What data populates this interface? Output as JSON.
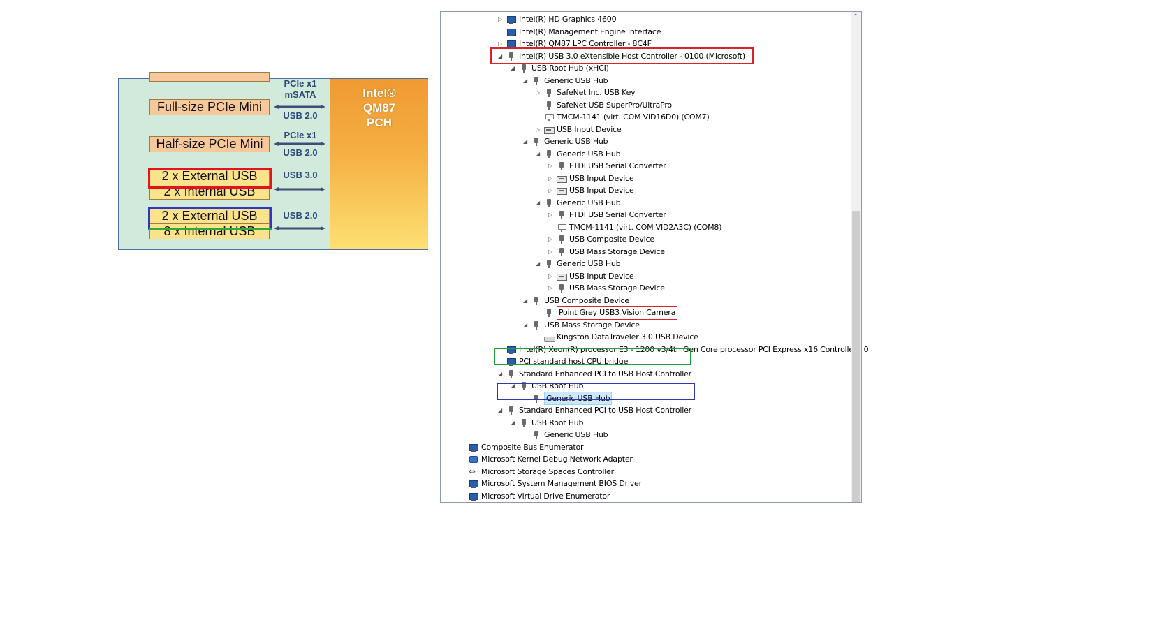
{
  "diagram": {
    "pch_lines": [
      "Intel®",
      "QM87",
      "PCH"
    ],
    "boxes": {
      "full_size": "Full-size PCIe Mini",
      "half_size": "Half-size PCIe Mini",
      "ext_usb3": "2 x External USB",
      "int_usb3": "2 x Internal USB",
      "ext_usb2": "2 x External USB",
      "int_usb2": "8 x Internal USB"
    },
    "labels": {
      "pcie1_top": "PCIe x1",
      "msata": "mSATA",
      "usb20_a": "USB 2.0",
      "pcie2_top": "PCIe x1",
      "usb20_b": "USB 2.0",
      "usb30": "USB 3.0",
      "usb20_c": "USB 2.0"
    },
    "colors": {
      "red_highlight": "#e3131f",
      "blue_highlight": "#2f35c8",
      "green_highlight": "#2faa3a"
    }
  },
  "tree": [
    {
      "label": "Intel(R) HD Graphics 4600",
      "level": 3,
      "expander": "▷",
      "icon": "monitor-icon"
    },
    {
      "label": "Intel(R) Management Engine Interface",
      "level": 3,
      "expander": "",
      "icon": "monitor-icon"
    },
    {
      "label": "Intel(R) QM87 LPC Controller - 8C4F",
      "level": 3,
      "expander": "▷",
      "icon": "monitor-icon"
    },
    {
      "label": "Intel(R) USB 3.0 eXtensible Host Controller - 0100 (Microsoft)",
      "level": 3,
      "expander": "◢",
      "icon": "usb-icon"
    },
    {
      "label": "USB Root Hub (xHCI)",
      "level": 4,
      "expander": "◢",
      "icon": "usb-icon"
    },
    {
      "label": "Generic USB Hub",
      "level": 5,
      "expander": "◢",
      "icon": "usb-icon"
    },
    {
      "label": "SafeNet Inc. USB Key",
      "level": 6,
      "expander": "▷",
      "icon": "usb-icon"
    },
    {
      "label": "SafeNet USB SuperPro/UltraPro",
      "level": 6,
      "expander": "",
      "icon": "usb-icon"
    },
    {
      "label": "TMCM-1141 (virt. COM VID16D0) (COM7)",
      "level": 6,
      "expander": "",
      "icon": "serial-icon"
    },
    {
      "label": "USB Input Device",
      "level": 6,
      "expander": "▷",
      "icon": "hid-icon"
    },
    {
      "label": "Generic USB Hub",
      "level": 5,
      "expander": "◢",
      "icon": "usb-icon"
    },
    {
      "label": "Generic USB Hub",
      "level": 6,
      "expander": "◢",
      "icon": "usb-icon"
    },
    {
      "label": "FTDI USB Serial Converter",
      "level": 7,
      "expander": "▷",
      "icon": "usb-icon"
    },
    {
      "label": "USB Input Device",
      "level": 7,
      "expander": "▷",
      "icon": "hid-icon"
    },
    {
      "label": "USB Input Device",
      "level": 7,
      "expander": "▷",
      "icon": "hid-icon"
    },
    {
      "label": "Generic USB Hub",
      "level": 6,
      "expander": "◢",
      "icon": "usb-icon"
    },
    {
      "label": "FTDI USB Serial Converter",
      "level": 7,
      "expander": "▷",
      "icon": "usb-icon"
    },
    {
      "label": "TMCM-1141 (virt. COM VID2A3C) (COM8)",
      "level": 7,
      "expander": "",
      "icon": "serial-icon"
    },
    {
      "label": "USB Composite Device",
      "level": 7,
      "expander": "▷",
      "icon": "usb-icon"
    },
    {
      "label": "USB Mass Storage Device",
      "level": 7,
      "expander": "▷",
      "icon": "usb-icon"
    },
    {
      "label": "Generic USB Hub",
      "level": 6,
      "expander": "◢",
      "icon": "usb-icon"
    },
    {
      "label": "USB Input Device",
      "level": 7,
      "expander": "▷",
      "icon": "hid-icon"
    },
    {
      "label": "USB Mass Storage Device",
      "level": 7,
      "expander": "▷",
      "icon": "usb-icon"
    },
    {
      "label": "USB Composite Device",
      "level": 5,
      "expander": "◢",
      "icon": "usb-icon"
    },
    {
      "label": "Point Grey USB3 Vision Camera",
      "level": 6,
      "expander": "",
      "icon": "usb-icon",
      "boxed": true
    },
    {
      "label": "USB Mass Storage Device",
      "level": 5,
      "expander": "◢",
      "icon": "usb-icon"
    },
    {
      "label": "Kingston DataTraveler 3.0 USB Device",
      "level": 6,
      "expander": "",
      "icon": "disk-icon"
    },
    {
      "label": "Intel(R) Xeon(R) processor E3 - 1200 v3/4th Gen Core processor PCI Express x16 Controller - 0",
      "level": 3,
      "expander": "",
      "icon": "monitor-icon"
    },
    {
      "label": "PCI standard host CPU bridge",
      "level": 3,
      "expander": "",
      "icon": "monitor-icon"
    },
    {
      "label": "Standard Enhanced PCI to USB Host Controller",
      "level": 3,
      "expander": "◢",
      "icon": "usb-icon"
    },
    {
      "label": "USB Root Hub",
      "level": 4,
      "expander": "◢",
      "icon": "usb-icon"
    },
    {
      "label": "Generic USB Hub",
      "level": 5,
      "expander": "",
      "icon": "usb-icon",
      "selected": true
    },
    {
      "label": "Standard Enhanced PCI to USB Host Controller",
      "level": 3,
      "expander": "◢",
      "icon": "usb-icon"
    },
    {
      "label": "USB Root Hub",
      "level": 4,
      "expander": "◢",
      "icon": "usb-icon"
    },
    {
      "label": "Generic USB Hub",
      "level": 5,
      "expander": "",
      "icon": "usb-icon"
    },
    {
      "label": "Composite Bus Enumerator",
      "level": 0,
      "expander": "",
      "icon": "monitor-icon"
    },
    {
      "label": "Microsoft Kernel Debug Network Adapter",
      "level": 0,
      "expander": "",
      "icon": "network-adapter-icon"
    },
    {
      "label": "Microsoft Storage Spaces Controller",
      "level": 0,
      "expander": "",
      "icon": "storage-controller-icon"
    },
    {
      "label": "Microsoft System Management BIOS Driver",
      "level": 0,
      "expander": "",
      "icon": "monitor-icon"
    },
    {
      "label": "Microsoft Virtual Drive Enumerator",
      "level": 0,
      "expander": "",
      "icon": "monitor-icon"
    }
  ],
  "annotation_colors": {
    "usb3_box": "#d8232a",
    "usb2_box_1": "#1ea03a",
    "usb2_box_2": "#2e3aa8"
  }
}
